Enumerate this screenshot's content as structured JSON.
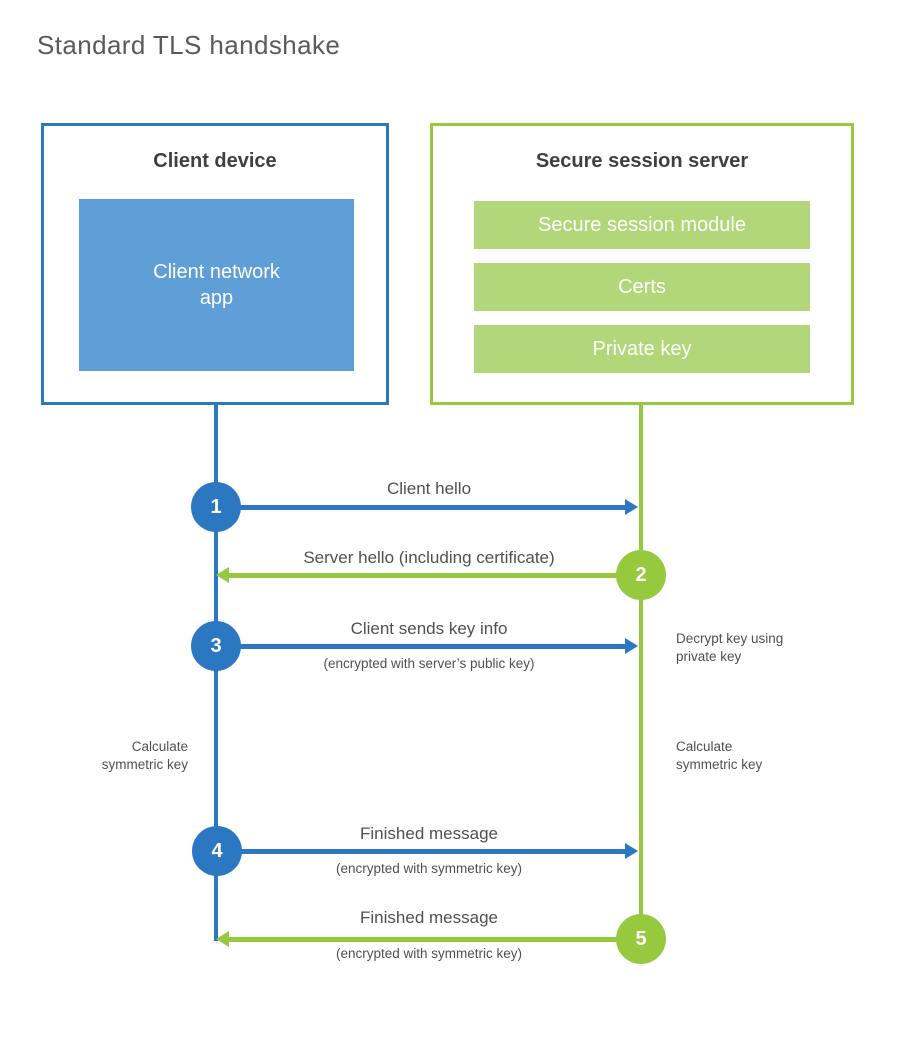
{
  "title": "Standard TLS handshake",
  "client": {
    "title": "Client device",
    "app_label": "Client network\napp"
  },
  "server": {
    "title": "Secure session server",
    "modules": [
      "Secure session module",
      "Certs",
      "Private key"
    ]
  },
  "steps": [
    {
      "number": "1",
      "label": "Client hello",
      "sublabel": "",
      "direction": "right",
      "actor": "client"
    },
    {
      "number": "2",
      "label": "Server hello (including certificate)",
      "sublabel": "",
      "direction": "left",
      "actor": "server"
    },
    {
      "number": "3",
      "label": "Client sends key info",
      "sublabel": "(encrypted with server’s public key)",
      "direction": "right",
      "actor": "client"
    },
    {
      "number": "4",
      "label": "Finished message",
      "sublabel": "(encrypted with symmetric key)",
      "direction": "right",
      "actor": "client"
    },
    {
      "number": "5",
      "label": "Finished message",
      "sublabel": "(encrypted with symmetric key)",
      "direction": "left",
      "actor": "server"
    }
  ],
  "annotations": {
    "decrypt_key": "Decrypt key using\nprivate key",
    "calculate_left": "Calculate\nsymmetric key",
    "calculate_right": "Calculate\nsymmetric key"
  },
  "colors": {
    "blue": "#2c77c2",
    "blue_fill": "#5f9ed6",
    "green": "#97c93e",
    "green_fill": "#b2d77b",
    "title_text": "#595a5c",
    "heading_text": "#3e3f41",
    "label_text": "#4f5052"
  }
}
